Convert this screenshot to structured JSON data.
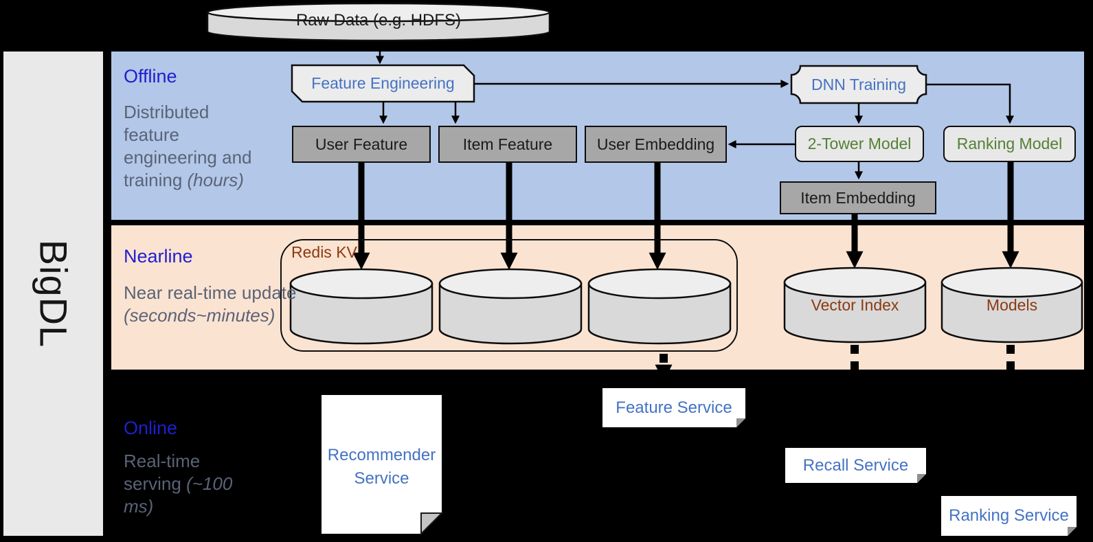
{
  "brand": "BigDL",
  "source_label": "Raw Data (e.g. HDFS)",
  "bands": {
    "offline": {
      "title": "Offline",
      "desc": "Distributed feature engineering and training",
      "note": "(hours)"
    },
    "nearline": {
      "title": "Nearline",
      "desc": "Near real-time update",
      "note": "(seconds~minutes)"
    },
    "online": {
      "title": "Online",
      "desc": "Real-time serving",
      "note": "(~100 ms)"
    }
  },
  "offline": {
    "feature_engineering": "Feature Engineering",
    "dnn_training": "DNN Training",
    "user_feature": "User Feature",
    "item_feature": "Item Feature",
    "user_embedding": "User Embedding",
    "two_tower_model": "2-Tower Model",
    "ranking_model": "Ranking Model",
    "item_embedding": "Item Embedding"
  },
  "nearline": {
    "redis_kv": "Redis KV",
    "vector_index": "Vector Index",
    "models": "Models"
  },
  "online": {
    "recommender_service": "Recommender Service",
    "feature_service": "Feature Service",
    "recall_service": "Recall Service",
    "ranking_service": "Ranking Service"
  },
  "colors": {
    "offline_band": "#b3c7e8",
    "nearline_band": "#fbe3d2",
    "online_bg": "#000000",
    "band_title_blue": "#1f1fcf",
    "muted_text": "#5a6377",
    "box_text_blue": "#4472c4",
    "model_text_green": "#538135",
    "storage_text_brown": "#8c3a10",
    "gray_box": "#a7a7a7"
  }
}
